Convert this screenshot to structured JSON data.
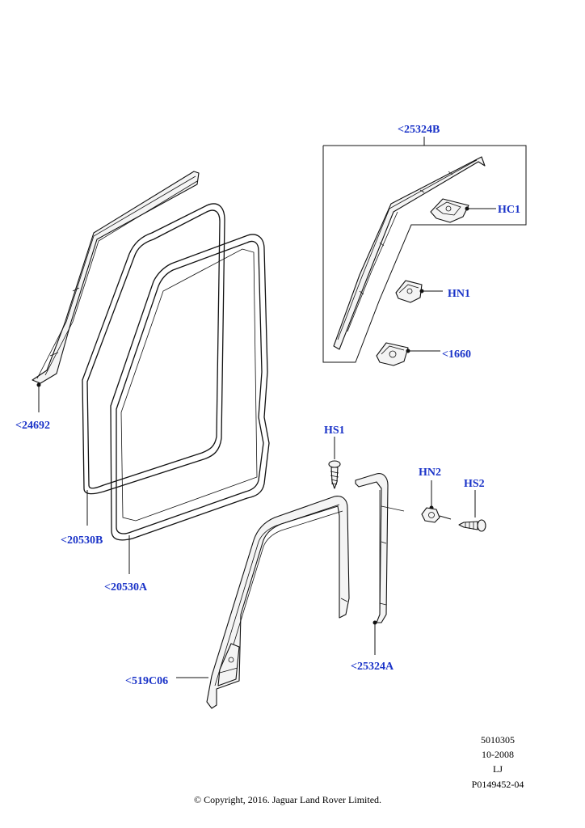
{
  "callouts": {
    "c25324B": "<25324B",
    "cHC1": "HC1",
    "cHN1": "HN1",
    "c1660": "<1660",
    "c24692": "<24692",
    "c20530B": "<20530B",
    "c20530A": "<20530A",
    "cHS1": "HS1",
    "cHN2": "HN2",
    "cHS2": "HS2",
    "c519C06": "<519C06",
    "c25324A": "<25324A"
  },
  "footer": {
    "code": "5010305",
    "date": "10-2008",
    "initials": "LJ",
    "ref": "P0149452-04",
    "copyright": "© Copyright, 2016. Jaguar Land Rover Limited."
  },
  "colors": {
    "callout": "#1a33c8",
    "line": "#111111"
  }
}
